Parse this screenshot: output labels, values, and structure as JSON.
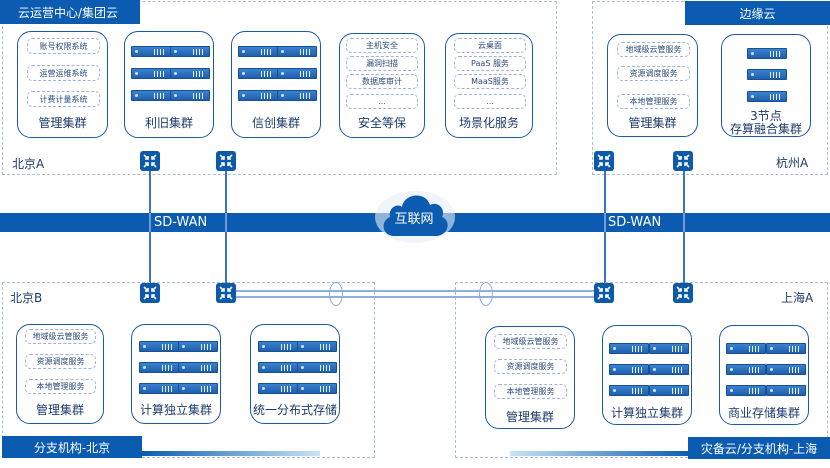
{
  "internet": {
    "label": "互联网"
  },
  "sdwan": {
    "left_label": "SD-WAN",
    "right_label": "SD-WAN"
  },
  "regions": {
    "group_cloud": {
      "banner": "云运营中心/集团云",
      "site_label": "北京A",
      "clusters": {
        "mgmt": {
          "title": "管理集群",
          "services": [
            "账号权限系统",
            "运营运维系统",
            "计费计量系统"
          ]
        },
        "legacy": {
          "title": "利旧集群"
        },
        "xinchuang": {
          "title": "信创集群"
        },
        "security": {
          "title": "安全等保",
          "services": [
            "主机安全",
            "漏洞扫描",
            "数据库审计",
            "..."
          ]
        },
        "scenario": {
          "title": "场景化服务",
          "services": [
            "云桌面",
            "PaaS 服务",
            "MaaS服务",
            "..."
          ]
        }
      }
    },
    "edge_cloud": {
      "banner": "边缘云",
      "site_label": "杭州A",
      "clusters": {
        "mgmt": {
          "title": "管理集群",
          "services": [
            "地域级云管服务",
            "资源调度服务",
            "本地管理服务"
          ]
        },
        "hci": {
          "title_line1": "3节点",
          "title_line2": "存算融合集群"
        }
      }
    },
    "branch_beijing": {
      "banner": "分支机构-北京",
      "site_label": "北京B",
      "clusters": {
        "mgmt": {
          "title": "管理集群",
          "services": [
            "地域级云管服务",
            "资源调度服务",
            "本地管理服务"
          ]
        },
        "compute": {
          "title": "计算独立集群"
        },
        "storage": {
          "title": "统一分布式存储"
        }
      }
    },
    "dr_shanghai": {
      "banner": "灾备云/分支机构-上海",
      "site_label": "上海A",
      "clusters": {
        "mgmt": {
          "title": "管理集群",
          "services": [
            "地域级云管服务",
            "资源调度服务",
            "本地管理服务"
          ]
        },
        "compute": {
          "title": "计算独立集群"
        },
        "storage": {
          "title": "商业存储集群"
        }
      }
    }
  }
}
